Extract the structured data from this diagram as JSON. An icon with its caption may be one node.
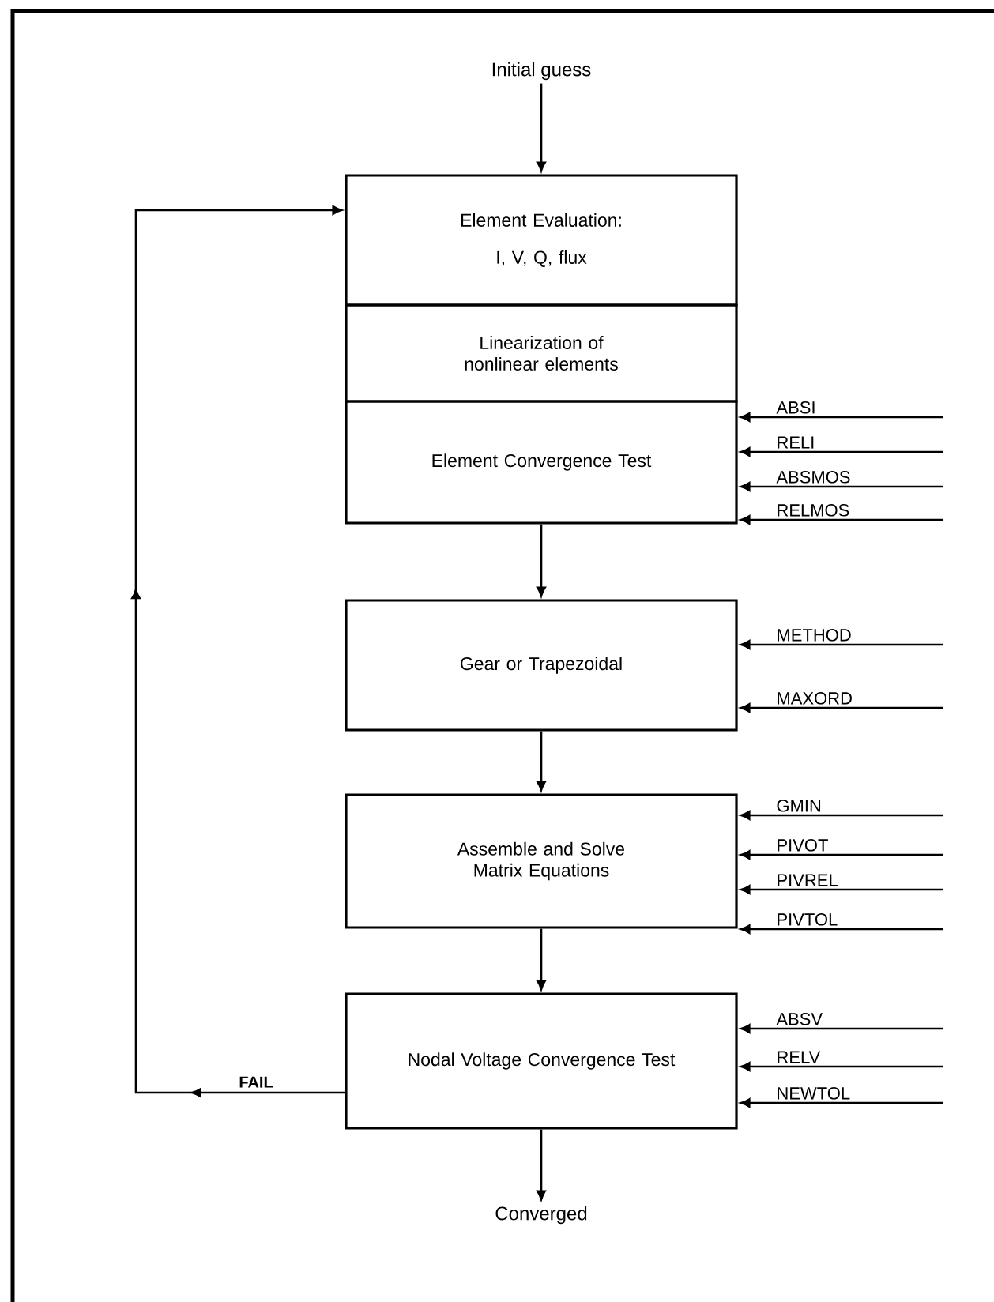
{
  "diagram": {
    "nodes": [
      {
        "text": [
          "Initial guess"
        ]
      },
      {
        "text": [
          "Element Evaluation:",
          "I, V, Q, flux"
        ]
      },
      {
        "text": [
          "Linearization of nonlinear elements"
        ]
      },
      {
        "text": [
          "Element Convergence Test"
        ]
      },
      {
        "text": [
          "Gear or Trapezoidal"
        ]
      },
      {
        "text": [
          "Assemble and Solve Matrix Equations"
        ]
      },
      {
        "text": [
          "Nodal Voltage Convergence Test"
        ]
      },
      {
        "text": [
          "Converged"
        ]
      }
    ],
    "edges": [
      {
        "from": 0,
        "to": 1,
        "arrow": "to"
      },
      {
        "from": 3,
        "to": 4,
        "arrow": "to"
      },
      {
        "from": 4,
        "to": 5,
        "arrow": "to"
      },
      {
        "from": 5,
        "to": 6,
        "arrow": "to"
      },
      {
        "from": 6,
        "to": 7,
        "arrow": "to"
      },
      {
        "from": 6,
        "to": 1,
        "arrow": "to",
        "label": "FAIL"
      },
      {
        "from": null,
        "to": 3,
        "arrow": "to",
        "label": "ABSI"
      },
      {
        "from": null,
        "to": 3,
        "arrow": "to",
        "label": "RELI"
      },
      {
        "from": null,
        "to": 3,
        "arrow": "to",
        "label": "ABSMOS"
      },
      {
        "from": null,
        "to": 3,
        "arrow": "to",
        "label": "RELMOS"
      },
      {
        "from": null,
        "to": 4,
        "arrow": "to",
        "label": "METHOD"
      },
      {
        "from": null,
        "to": 4,
        "arrow": "to",
        "label": "MAXORD"
      },
      {
        "from": null,
        "to": 5,
        "arrow": "to",
        "label": "GMIN"
      },
      {
        "from": null,
        "to": 5,
        "arrow": "to",
        "label": "PIVOT"
      },
      {
        "from": null,
        "to": 5,
        "arrow": "to",
        "label": "PIVREL"
      },
      {
        "from": null,
        "to": 5,
        "arrow": "to",
        "label": "PIVTOL"
      },
      {
        "from": null,
        "to": 6,
        "arrow": "to",
        "label": "ABSV"
      },
      {
        "from": null,
        "to": 6,
        "arrow": "to",
        "label": "RELV"
      },
      {
        "from": null,
        "to": 6,
        "arrow": "to",
        "label": "NEWTOL"
      }
    ]
  }
}
